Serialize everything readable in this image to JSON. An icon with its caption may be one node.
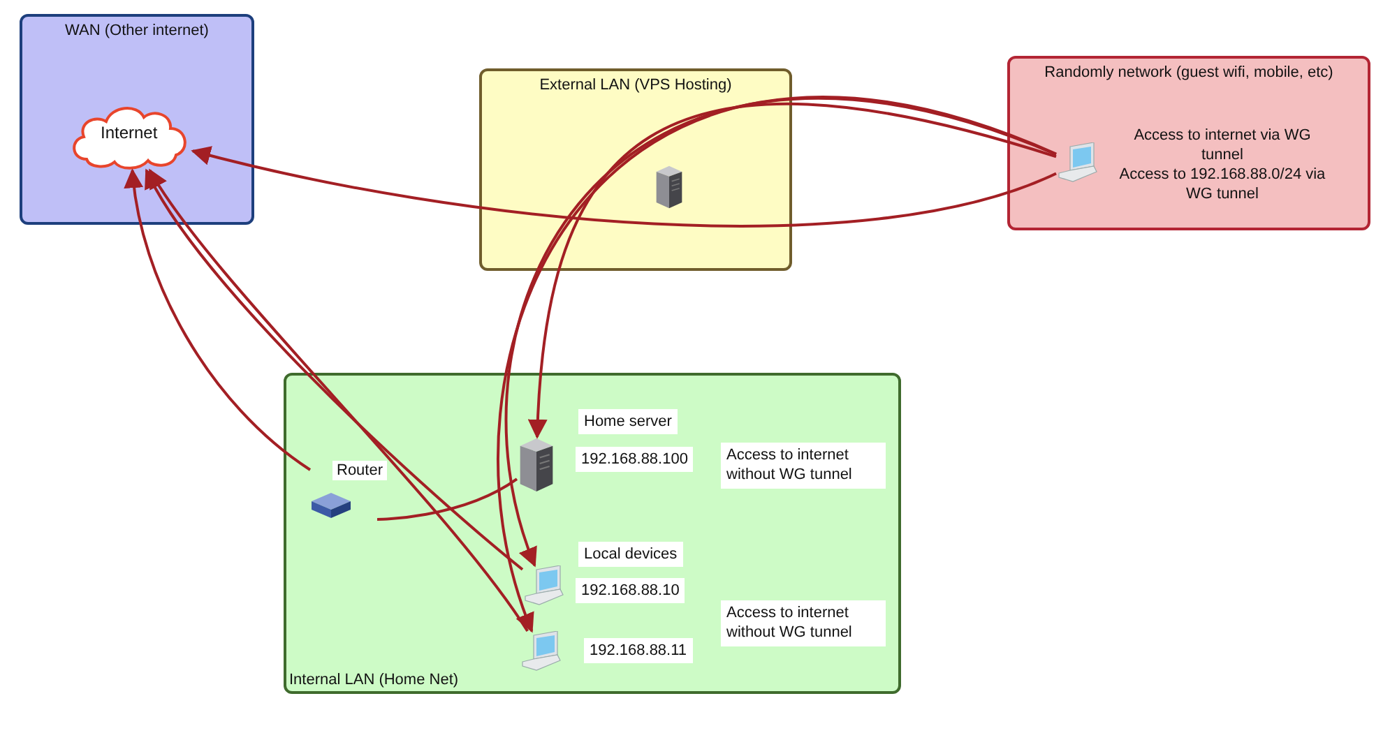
{
  "diagram": {
    "nodes": [
      {
        "text": [
          "WAN (Other internet)"
        ]
      },
      {
        "text": [
          "Internet"
        ],
        "in": 0
      },
      {
        "text": [
          "External LAN (VPS Hosting)"
        ]
      },
      {
        "text": [],
        "shape": "picture",
        "in": 2
      },
      {
        "text": [
          "Randomly network (guest wifi, mobile, etc)"
        ]
      },
      {
        "text": [],
        "shape": "picture",
        "in": 4,
        "beside": [
          "Access to internet via WG tunnel",
          "Access to 192.168.88.0/24 via WG tunnel"
        ]
      },
      {
        "text": [
          "Internal LAN (Home Net)"
        ]
      },
      {
        "text": [
          "Router"
        ],
        "in": 6
      },
      {
        "text": [],
        "shape": "picture",
        "in": 6,
        "beside": [
          "Home server",
          "192.168.88.100"
        ]
      },
      {
        "text": [],
        "shape": "picture",
        "in": 6,
        "beside": [
          "Local devices",
          "192.168.88.10"
        ]
      },
      {
        "text": [],
        "shape": "picture",
        "in": 6,
        "beside": [
          "192.168.88.11"
        ]
      }
    ],
    "edges": [
      {
        "from": 5,
        "to": 1,
        "arrow": "to"
      },
      {
        "from": 5,
        "to": 8,
        "arrow": "to"
      },
      {
        "from": 5,
        "to": 9,
        "arrow": "to"
      },
      {
        "from": 5,
        "to": 10,
        "arrow": "to"
      },
      {
        "from": 8,
        "to": 7,
        "arrow": "none"
      },
      {
        "from": 7,
        "to": 1,
        "arrow": "to"
      },
      {
        "from": 9,
        "to": 1,
        "arrow": "to"
      },
      {
        "from": 10,
        "to": 1,
        "arrow": "to"
      }
    ],
    "labels": [
      "Access to internet without WG tunnel",
      "Access to internet without WG tunnel"
    ]
  }
}
